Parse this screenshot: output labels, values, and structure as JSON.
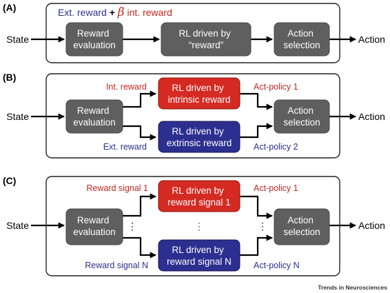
{
  "colors": {
    "gray_box": "#5f5f5f",
    "red_box": "#d42a22",
    "blue_box": "#2c2f8f",
    "red_text": "#c4261f",
    "blue_text": "#2c2f8f",
    "black": "#000000"
  },
  "panel_a": {
    "label": "(A)",
    "header_ext": "Ext. reward",
    "header_plus": " + ",
    "header_beta": "β",
    "header_int": " int. reward",
    "input": "State",
    "output": "Action",
    "box1": [
      "Reward",
      "evaluation"
    ],
    "box2": [
      "RL driven by",
      "“reward”"
    ],
    "box3": [
      "Action",
      "selection"
    ]
  },
  "panel_b": {
    "label": "(B)",
    "input": "State",
    "output": "Action",
    "eval_box": [
      "Reward",
      "evaluation"
    ],
    "top_box": [
      "RL driven by",
      "intrinsic reward"
    ],
    "bottom_box": [
      "RL driven by",
      "extrinsic reward"
    ],
    "action_box": [
      "Action",
      "selection"
    ],
    "top_in_label": "Int. reward",
    "top_out_label": "Act-policy 1",
    "bottom_in_label": "Ext. reward",
    "bottom_out_label": "Act-policy 2"
  },
  "panel_c": {
    "label": "(C)",
    "input": "State",
    "output": "Action",
    "eval_box": [
      "Reward",
      "evaluation"
    ],
    "top_box": [
      "RL driven by",
      "reward signal 1"
    ],
    "bottom_box": [
      "RL driven by",
      "reward signal N"
    ],
    "action_box": [
      "Action",
      "selection"
    ],
    "top_in_label": "Reward signal 1",
    "top_out_label": "Act-policy 1",
    "bottom_in_label": "Reward signal N",
    "bottom_out_label": "Act-policy N",
    "dots": "⋮"
  },
  "credit": "Trends in Neurosciences"
}
